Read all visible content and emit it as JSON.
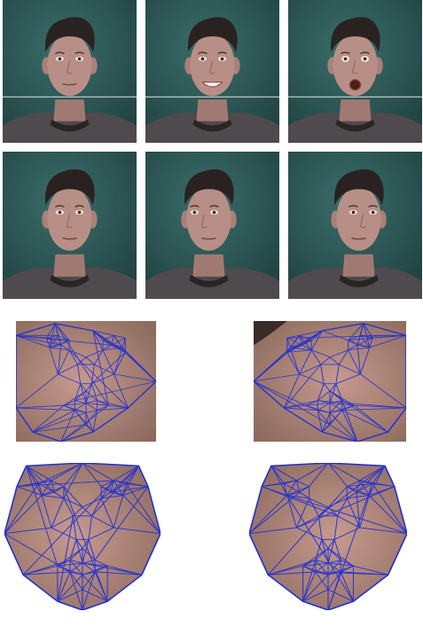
{
  "figure": {
    "top_rows": [
      {
        "row": "expressions",
        "photos": [
          "neutral",
          "smile",
          "surprise"
        ]
      },
      {
        "row": "head-poses",
        "photos": [
          "frontal",
          "turned-left",
          "turned-right"
        ]
      }
    ],
    "mesh_panels": [
      "frontal-mesh",
      "profile-mesh",
      "normalized-frontal-mesh",
      "normalized-profile-mesh"
    ],
    "colors": {
      "wall": "#2e5a58",
      "shirt": "#4e4a4e",
      "skin": "#b88f86",
      "hair": "#2a2220",
      "mesh": "#1f2fd6"
    }
  }
}
